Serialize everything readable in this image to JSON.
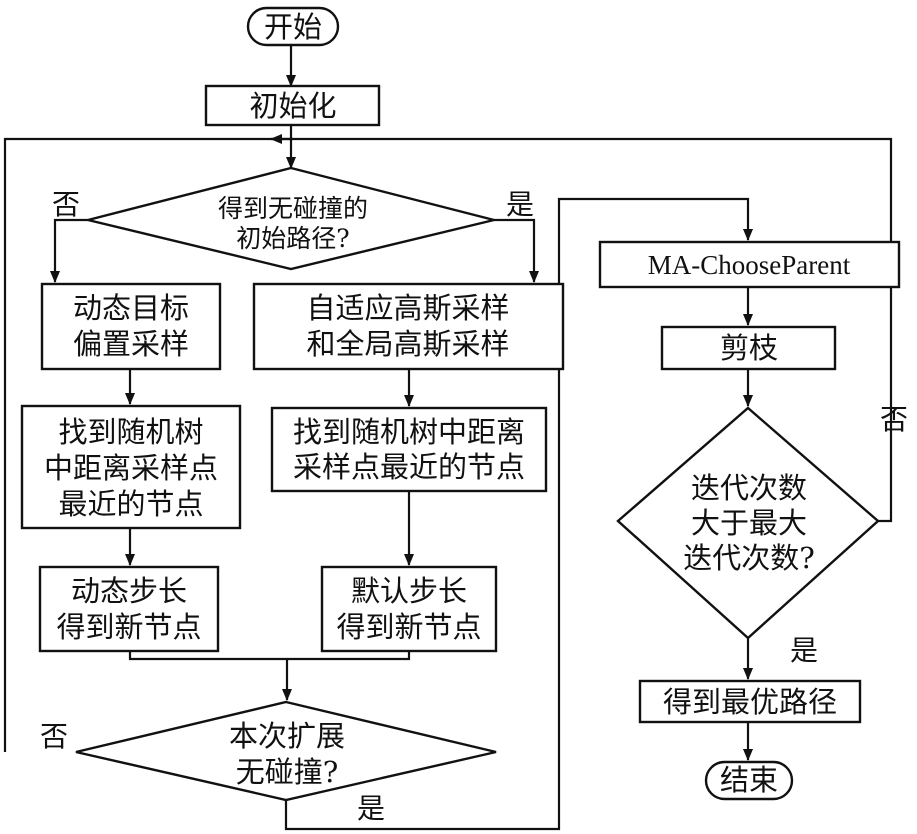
{
  "nodes": {
    "start": "开始",
    "init": "初始化",
    "check_path": [
      "得到无碰撞的",
      "初始路径?"
    ],
    "dynamic_sampling": [
      "动态目标",
      "偏置采样"
    ],
    "gaussian_sampling": [
      "自适应高斯采样",
      "和全局高斯采样"
    ],
    "nearest_left": [
      "找到随机树",
      "中距离采样点",
      "最近的节点"
    ],
    "nearest_right": [
      "找到随机树中距离",
      "采样点最近的节点"
    ],
    "dynamic_step": [
      "动态步长",
      "得到新节点"
    ],
    "default_step": [
      "默认步长",
      "得到新节点"
    ],
    "check_collision": [
      "本次扩展",
      "无碰撞?"
    ],
    "choose_parent": "MA-ChooseParent",
    "prune": "剪枝",
    "check_iter": [
      "迭代次数",
      "大于最大",
      "迭代次数?"
    ],
    "optimal_path": "得到最优路径",
    "end": "结束"
  },
  "labels": {
    "path_no": "否",
    "path_yes": "是",
    "collision_no": "否",
    "collision_yes": "是",
    "iter_no": "否",
    "iter_yes": "是"
  }
}
